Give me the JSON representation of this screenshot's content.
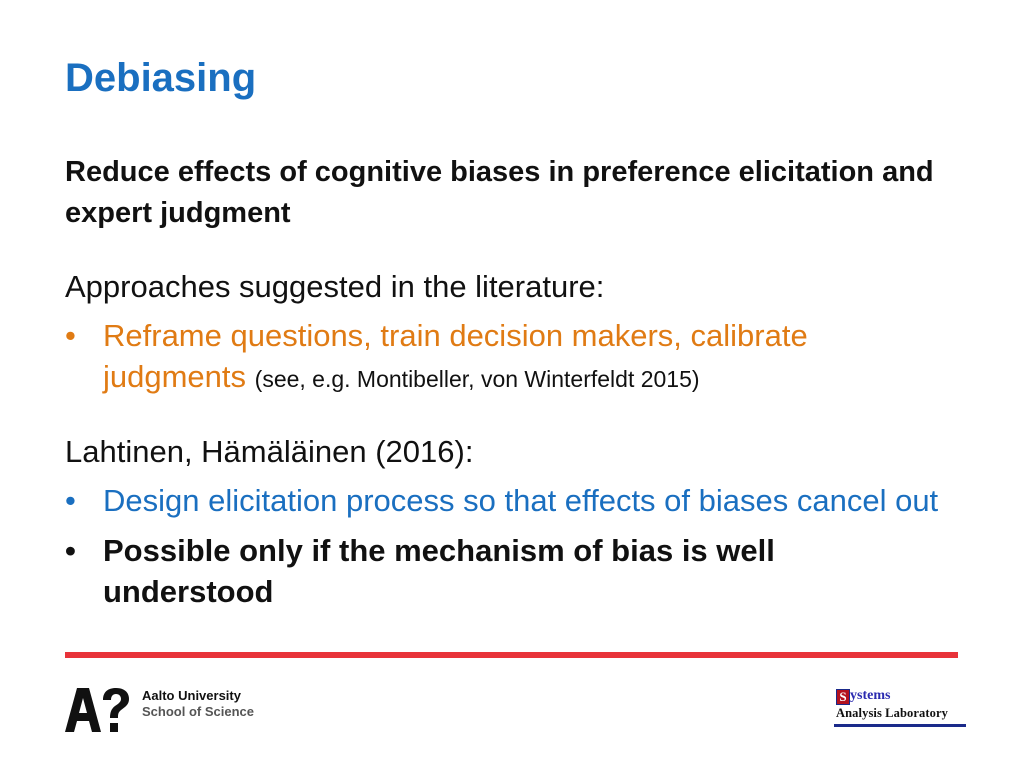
{
  "slide": {
    "title": "Debiasing",
    "subtitle": "Reduce effects of cognitive biases in preference elicitation and expert judgment",
    "section1": {
      "heading": "Approaches suggested in the literature:",
      "bullets": [
        {
          "text": "Reframe questions, train decision makers, calibrate judgments",
          "citation": "(see, e.g. Montibeller, von Winterfeldt 2015)"
        }
      ]
    },
    "section2": {
      "heading": "Lahtinen, Hämäläinen (2016):",
      "bullets": [
        {
          "text": "Design elicitation process so that effects of biases cancel out"
        },
        {
          "text": "Possible only if the mechanism of bias is well understood"
        }
      ]
    },
    "bullet_char": "•"
  },
  "footer": {
    "aalto": {
      "line1": "Aalto University",
      "line2": "School of Science",
      "logo_text": "A?"
    },
    "sal": {
      "initial": "S",
      "rest": "ystems",
      "line2": "Analysis Laboratory"
    }
  },
  "colors": {
    "title": "#1a6fc0",
    "orange_text": "#e07b14",
    "blue_text": "#1a6fc0",
    "divider": "#e8333a"
  }
}
